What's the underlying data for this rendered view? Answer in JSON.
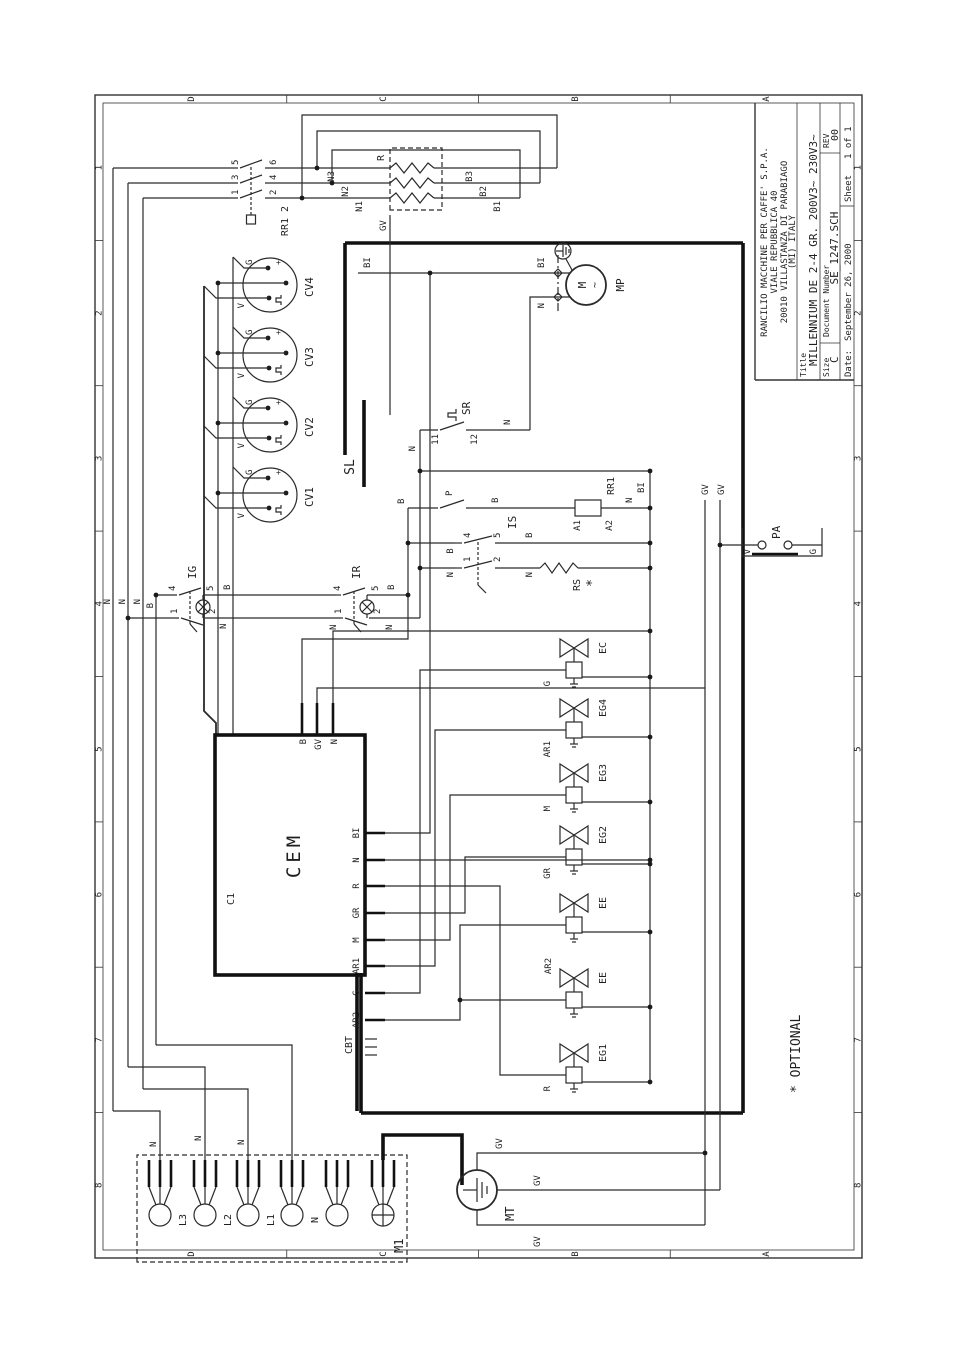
{
  "frame": {
    "columns": [
      "8",
      "7",
      "6",
      "5",
      "4",
      "3",
      "2",
      "1"
    ],
    "rows": [
      "D",
      "C",
      "B",
      "A"
    ]
  },
  "title_block": {
    "company": [
      "RANCILIO MACCHINE PER CAFFE' S.P.A.",
      "VIALE REPUBBLICA 40",
      "20010 VILLASTANZA DI PARABIAGO",
      "(MI) ITALY"
    ],
    "title_label": "Title",
    "title": "MILLENNIUM DE 2-4 GR. 200V3~ 230V3~",
    "size_label": "Size",
    "size": "C",
    "doc_label": "Document Number",
    "doc_number": "SE_1247.SCH",
    "rev_label": "REV",
    "rev": "00",
    "date_label": "Date:",
    "date": "September 26, 2000",
    "sheet_label": "Sheet",
    "sheet": "1 of 1"
  },
  "m1": {
    "label": "M1",
    "t_l3": "L3",
    "t_l2": "L2",
    "t_l1": "L1",
    "t_n": "N",
    "w1": "N",
    "w2": "N",
    "w3": "N"
  },
  "mt": {
    "label": "MT",
    "gv1": "GV",
    "gv2": "GV",
    "gv3": "GV"
  },
  "cbt": {
    "label": "CBT"
  },
  "buses": {
    "n1": "N",
    "n2": "N",
    "n3": "N",
    "b": "B"
  },
  "cem": {
    "label": "CEM",
    "c1": "C1",
    "pin_b": "B",
    "pin_gv": "GV",
    "pin_n": "N",
    "bottom": [
      "AR2",
      "G",
      "AR1",
      "M",
      "GR",
      "R",
      "N",
      "BI"
    ]
  },
  "valves": [
    {
      "name": "EG1",
      "wire": "R"
    },
    {
      "name": "EE",
      "wire": "AR2"
    },
    {
      "name": "EE",
      "wire": ""
    },
    {
      "name": "EG2",
      "wire": "GR"
    },
    {
      "name": "EG3",
      "wire": "M"
    },
    {
      "name": "EG4",
      "wire": "AR1"
    },
    {
      "name": "EC",
      "wire": "G"
    }
  ],
  "return_bus": {
    "label": "BI"
  },
  "ig": {
    "label": "IG",
    "n4": "4",
    "n5": "5",
    "n1": "1",
    "n2": "2",
    "b": "B",
    "n": "N"
  },
  "ir": {
    "label": "IR",
    "n4": "4",
    "n5": "5",
    "n1": "1",
    "n2": "2",
    "b": "B",
    "n_top": "N",
    "n_bot": "N"
  },
  "is": {
    "label": "IS",
    "n4": "4",
    "n5": "5",
    "n1": "1",
    "n2": "2",
    "b_top": "B",
    "b_bot": "B",
    "n_top": "N",
    "n_bot": "N"
  },
  "rs": {
    "label": "RS",
    "star": "*"
  },
  "sr": {
    "label": "SR",
    "t11": "11",
    "t12": "12",
    "n_top": "N",
    "n_bot": "N"
  },
  "rr1_coil": {
    "b_top": "B",
    "p": "P",
    "b_bot": "B",
    "a1": "A1",
    "a2": "A2",
    "label": "RR1",
    "n": "N"
  },
  "rr12": {
    "label": "RR1 2",
    "c1_top": "5",
    "c1_bot": "6",
    "c2_top": "3",
    "c2_bot": "4",
    "c3_top": "1",
    "c3_bot": "2"
  },
  "r_bank": {
    "label": "R",
    "n3": "N3",
    "n2": "N2",
    "n1": "N1",
    "b3": "B3",
    "b2": "B2",
    "b1": "B1"
  },
  "cv": {
    "units": [
      {
        "name": "CV4"
      },
      {
        "name": "CV3"
      },
      {
        "name": "CV2"
      },
      {
        "name": "CV1"
      }
    ],
    "g": "G",
    "v": "V",
    "plus": "+",
    "minus": "-"
  },
  "sl": {
    "label": "SL"
  },
  "mp": {
    "label": "MP",
    "m": "M",
    "tilde": "~",
    "bi": "BI",
    "n": "N"
  },
  "pa": {
    "label": "PA",
    "v": "V",
    "g": "G"
  },
  "gv_bus": {
    "gv1": "GV",
    "gv2": "GV"
  },
  "misc": {
    "bi_top": "BI",
    "gv_top": "GV",
    "optional": "* OPTIONAL"
  }
}
